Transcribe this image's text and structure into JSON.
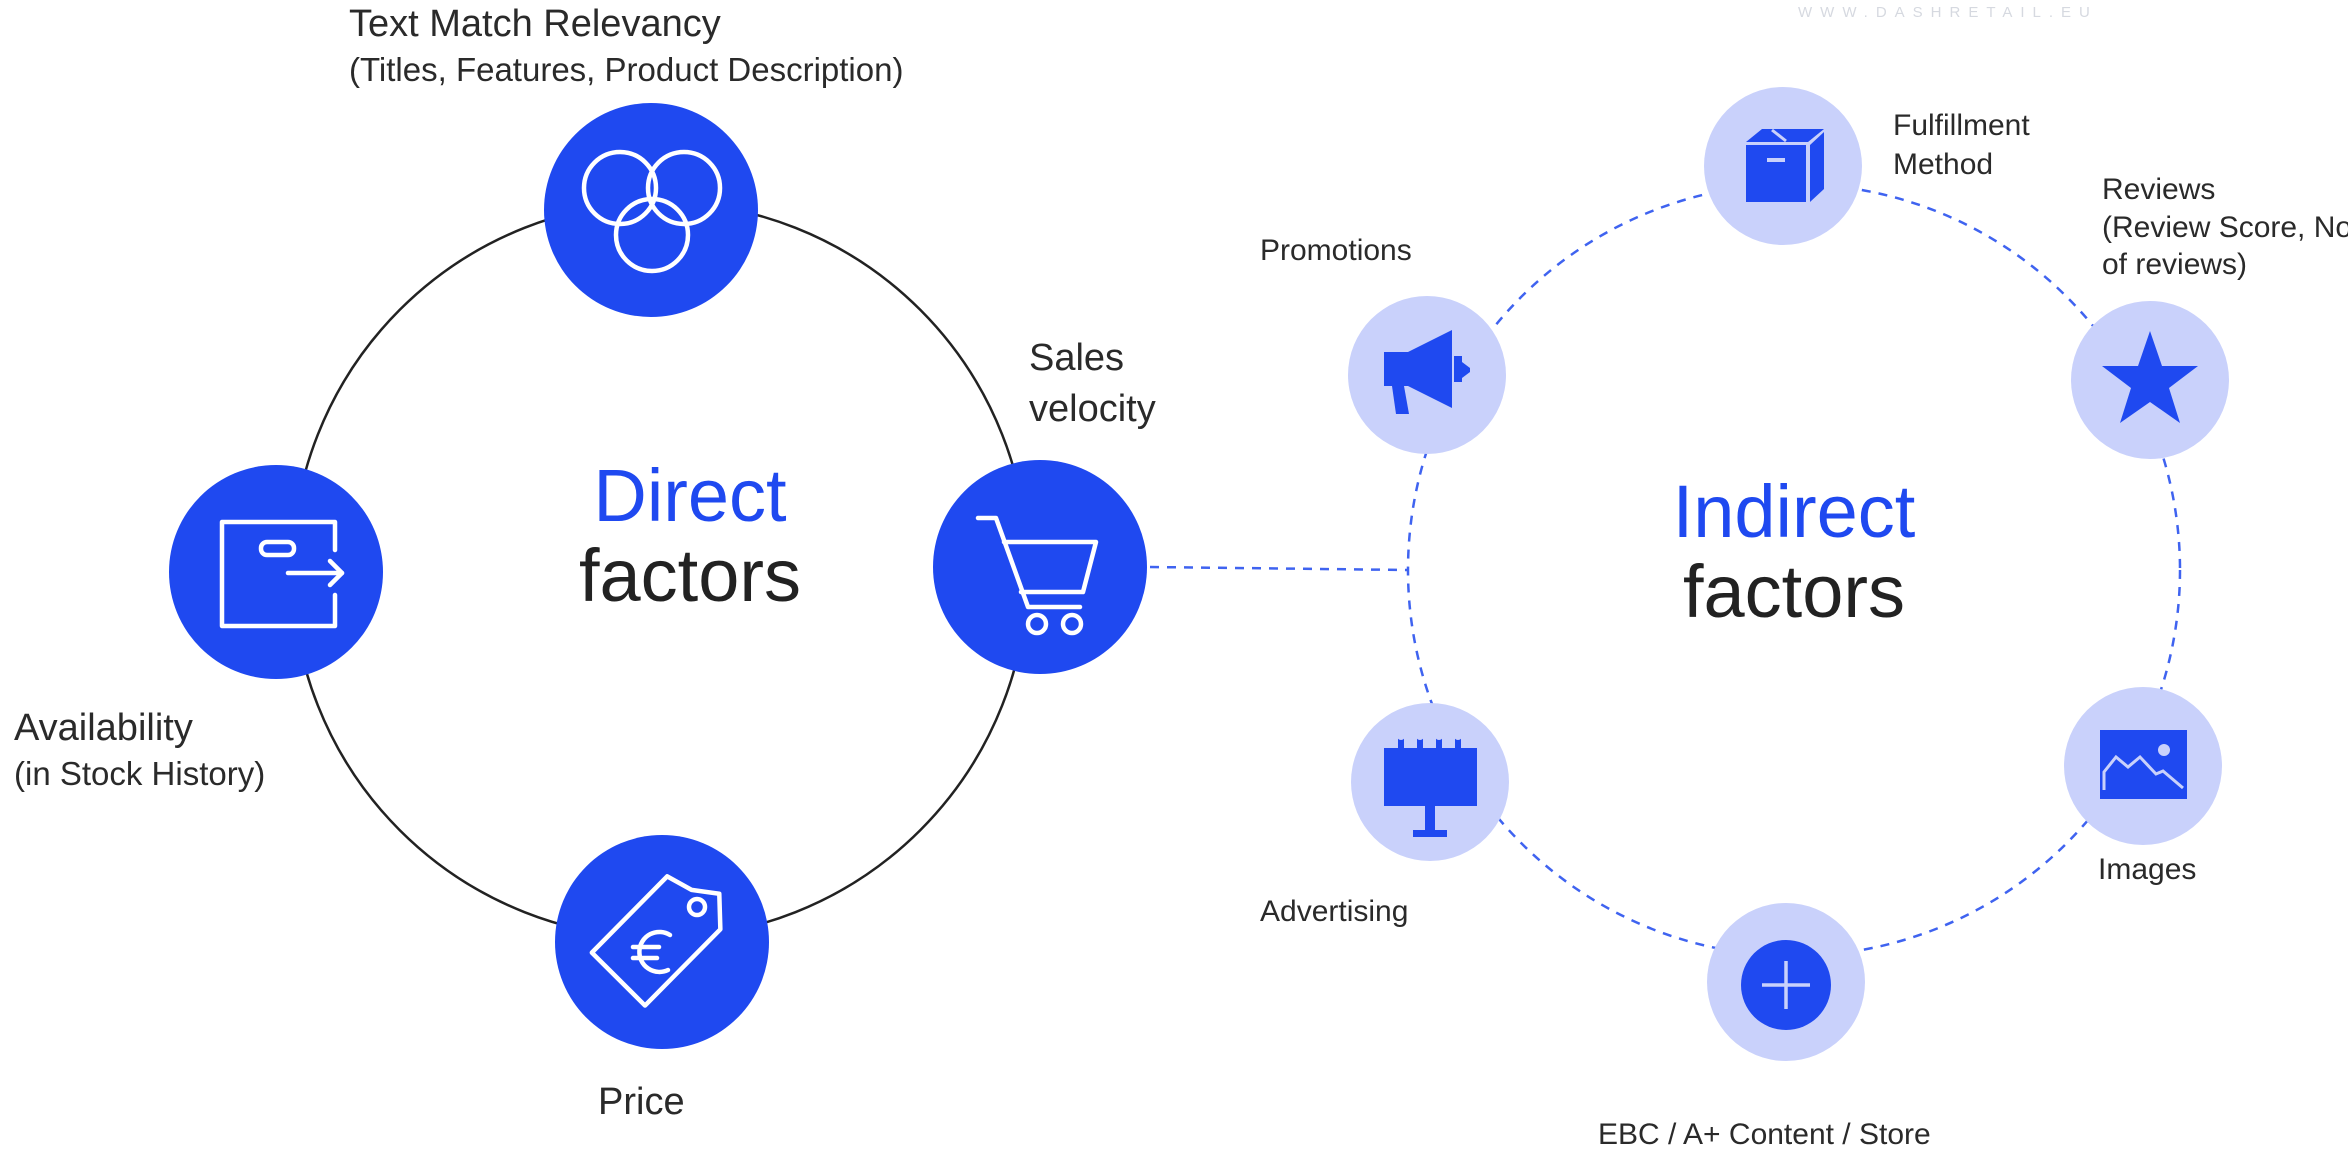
{
  "watermark": "WWW.DASHRETAIL.EU",
  "colors": {
    "accent": "#1f49f0",
    "light_circle": "#c9d1fb",
    "ring": "#222222",
    "dashed": "#3f63f0"
  },
  "direct": {
    "title_accent": "Direct",
    "title_main": "factors",
    "nodes": [
      {
        "id": "text-match",
        "icon": "venn-icon",
        "lines": [
          "Text Match Relevancy",
          "(Titles, Features, Product Description)"
        ]
      },
      {
        "id": "sales-velocity",
        "icon": "cart-icon",
        "lines": [
          "Sales",
          "velocity"
        ]
      },
      {
        "id": "price",
        "icon": "price-tag-euro-icon",
        "lines": [
          "Price"
        ]
      },
      {
        "id": "availability",
        "icon": "stock-box-icon",
        "lines": [
          "Availability",
          "(in Stock History)"
        ]
      }
    ]
  },
  "indirect": {
    "title_accent": "Indirect",
    "title_main": "factors",
    "nodes": [
      {
        "id": "fulfillment",
        "icon": "box-icon",
        "lines": [
          "Fulfillment",
          "Method"
        ]
      },
      {
        "id": "reviews",
        "icon": "star-icon",
        "lines": [
          "Reviews",
          "(Review Score, No.",
          "of reviews)"
        ]
      },
      {
        "id": "images",
        "icon": "image-icon",
        "lines": [
          "Images"
        ]
      },
      {
        "id": "ebc",
        "icon": "plus-icon",
        "lines": [
          "EBC / A+ Content / Store"
        ]
      },
      {
        "id": "advertising",
        "icon": "billboard-icon",
        "lines": [
          "Advertising"
        ]
      },
      {
        "id": "promotions",
        "icon": "megaphone-icon",
        "lines": [
          "Promotions"
        ]
      }
    ]
  }
}
